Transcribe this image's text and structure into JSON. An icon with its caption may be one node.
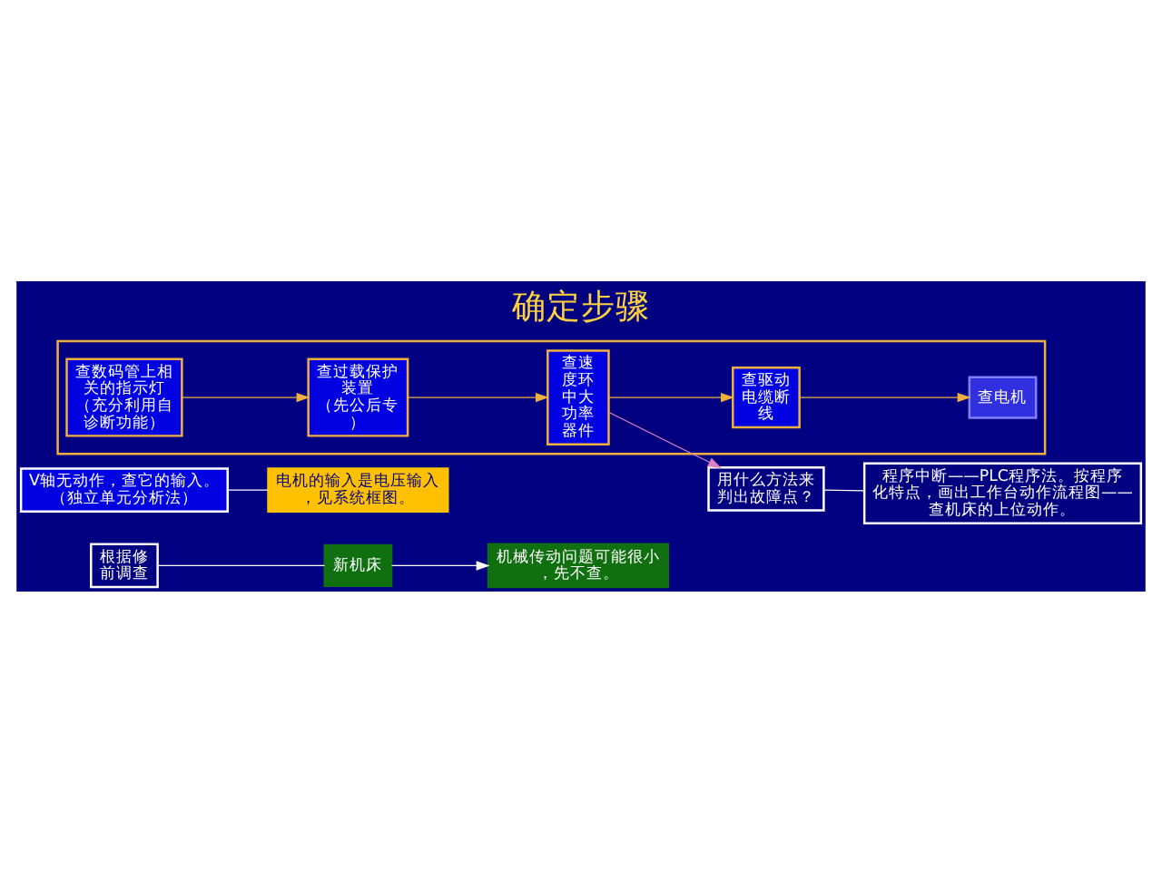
{
  "diagram": {
    "title": "确定步骤",
    "nodes": [
      {
        "text": [
          "根据修前调查"
        ]
      },
      {
        "text": [
          "新机床"
        ]
      },
      {
        "text": [
          "机械传动问题可能很小，先不查。"
        ]
      },
      {
        "text": [
          "V轴无动作，查它的输入。",
          "（独立单元分析法）"
        ]
      },
      {
        "text": [
          "电机的输入是电压输入，见系统框图。"
        ]
      },
      {
        "text": [],
        "shape": "box"
      },
      {
        "text": [
          "查数码管上相关的指示灯",
          "（充分利用自诊断功能）"
        ],
        "in": 5
      },
      {
        "text": [
          "查过载保护装置",
          "（先公后专）"
        ],
        "in": 5
      },
      {
        "text": [
          "查速度环中大功率器件"
        ],
        "in": 5
      },
      {
        "text": [
          "查驱动电缆断线"
        ],
        "in": 5
      },
      {
        "text": [
          "查电机"
        ],
        "in": 5
      },
      {
        "text": [
          "用什么方法来判出故障点？"
        ]
      },
      {
        "text": [
          "程序中断——PLC程序法。按程序化特点，画出工作台动作流程图——查机床的上位动作。"
        ]
      }
    ],
    "edges": [
      {
        "from": 0,
        "to": 1,
        "arrow": "none"
      },
      {
        "from": 1,
        "to": 2,
        "arrow": "to"
      },
      {
        "from": 3,
        "to": 4,
        "arrow": "none"
      },
      {
        "from": 6,
        "to": 7,
        "arrow": "to",
        "color": "#f0b040"
      },
      {
        "from": 7,
        "to": 8,
        "arrow": "to",
        "color": "#f0b040"
      },
      {
        "from": 8,
        "to": 9,
        "arrow": "to",
        "color": "#f0b040"
      },
      {
        "from": 9,
        "to": 10,
        "arrow": "to",
        "color": "#f0b040"
      },
      {
        "from": 8,
        "to": 11,
        "arrow": "to",
        "color": "#e080c0"
      },
      {
        "from": 11,
        "to": 12,
        "arrow": "none"
      }
    ]
  }
}
